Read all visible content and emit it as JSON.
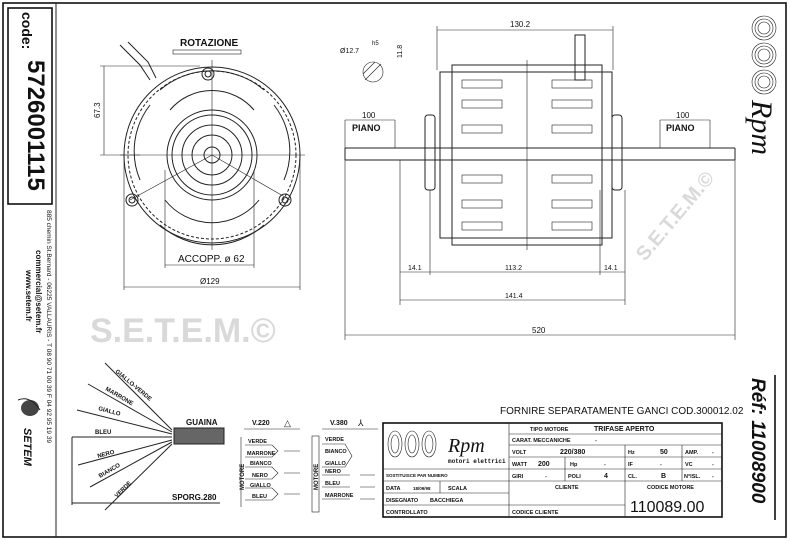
{
  "code_box": {
    "label": "code:",
    "number": "5726001115"
  },
  "contact": {
    "website": "www.setem.fr",
    "email": "commercial@setem.fr",
    "address": "885 chemin St.Bernard  -  06225 VALLAURIS  -  T 08 90 71 00 39  F 04 92 95 19 39",
    "company_logo_text": "SETEM"
  },
  "brand": {
    "logo_text": "Rpm",
    "subtitle": "motori elettrici"
  },
  "reference": {
    "label": "Réf: 11008900"
  },
  "watermark": "S.E.T.E.M.©",
  "front_view": {
    "rotation_label": "ROTAZIONE",
    "dim_height": "67.3",
    "dim_coupling": "ACCOPP. ø 62",
    "dim_diameter": "Ø129"
  },
  "side_view": {
    "dim_total_body": "130.2",
    "shaft_diameter": "Ø12.7",
    "shaft_tolerance": "h5",
    "shaft_flat": "11.8",
    "flat_left_dim": "100",
    "flat_left_label": "PIANO",
    "flat_right_dim": "100",
    "flat_right_label": "PIANO",
    "dim_left_offset": "14.1",
    "dim_body": "113.2",
    "dim_right_offset": "14.1",
    "dim_mount": "141.4",
    "dim_shaft_total": "520"
  },
  "wiring": {
    "wires": [
      "GIALLO-VERDE",
      "MARRONE",
      "GIALLO",
      "BLEU",
      "NERO",
      "BIANCO",
      "VERDE"
    ],
    "sheath_label": "GUAINA",
    "protrusion_label": "SPORG.280",
    "v220": {
      "title": "V.220",
      "symbol": "△",
      "motor_label": "MOTORE",
      "terminals": [
        "VERDE",
        "MARRONE",
        "BIANCO",
        "NERO",
        "GIALLO",
        "BLEU"
      ]
    },
    "v380": {
      "title": "V.380",
      "symbol": "⅄",
      "motor_label": "MOTORE",
      "terminals": [
        "VERDE",
        "BIANCO",
        "GIALLO",
        "NERO",
        "BLEU",
        "MARRONE"
      ]
    }
  },
  "note": "FORNIRE SEPARATAMENTE GANCI COD.300012.02",
  "title_block": {
    "tipo_motore_label": "TIPO MOTORE",
    "tipo_motore": "TRIFASE APERTO",
    "carat_label": "CARAT. MECCANICHE",
    "carat_value": "-",
    "volt_label": "VOLT",
    "volt": "220/380",
    "hz_label": "Hz",
    "hz": "50",
    "amp_label": "AMP.",
    "amp": "-",
    "watt_label": "WATT",
    "watt": "200",
    "hp_label": "Hp",
    "hp": "-",
    "if_label": "IF",
    "if": "-",
    "vc_label": "VC",
    "vc": "-",
    "giri_label": "GIRI",
    "giri": "-",
    "poli_label": "POLI",
    "poli": "4",
    "cl_label": "CL.",
    "cl": "B",
    "nisl_label": "N°ISL.",
    "nisl": "-",
    "sostituisce_label": "SOSTITUISCE PAR NUMERO",
    "data_label": "DATA",
    "data": "18/09/98",
    "scala_label": "SCALA",
    "disegnato_label": "DISEGNATO",
    "disegnato": "BACCHIEGA",
    "controllato_label": "CONTROLLATO",
    "cliente_label": "CLIENTE",
    "codice_cliente_label": "CODICE CLIENTE",
    "codice_motore_label": "CODICE MOTORE",
    "codice_motore": "110089.00"
  }
}
